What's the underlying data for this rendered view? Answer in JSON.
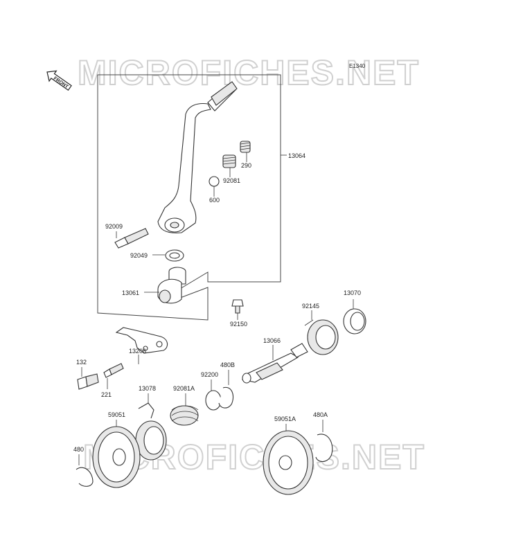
{
  "diagram": {
    "code": "E1340",
    "front_label": "FRONT",
    "watermarks": [
      "MICROFICHES.NET",
      "MICROFICHES.NET"
    ],
    "parts": [
      {
        "id": "13064",
        "label": "13064"
      },
      {
        "id": "290",
        "label": "290"
      },
      {
        "id": "92081",
        "label": "92081"
      },
      {
        "id": "600",
        "label": "600"
      },
      {
        "id": "92009",
        "label": "92009"
      },
      {
        "id": "92049",
        "label": "92049"
      },
      {
        "id": "13061",
        "label": "13061"
      },
      {
        "id": "92150",
        "label": "92150"
      },
      {
        "id": "92145",
        "label": "92145"
      },
      {
        "id": "13070",
        "label": "13070"
      },
      {
        "id": "13066",
        "label": "13066"
      },
      {
        "id": "132",
        "label": "132"
      },
      {
        "id": "13206",
        "label": "13206"
      },
      {
        "id": "221",
        "label": "221"
      },
      {
        "id": "92200",
        "label": "92200"
      },
      {
        "id": "480B",
        "label": "480B"
      },
      {
        "id": "13078",
        "label": "13078"
      },
      {
        "id": "92081A",
        "label": "92081A"
      },
      {
        "id": "59051",
        "label": "59051"
      },
      {
        "id": "59051A",
        "label": "59051A"
      },
      {
        "id": "480A",
        "label": "480A"
      },
      {
        "id": "480",
        "label": "480"
      }
    ]
  }
}
